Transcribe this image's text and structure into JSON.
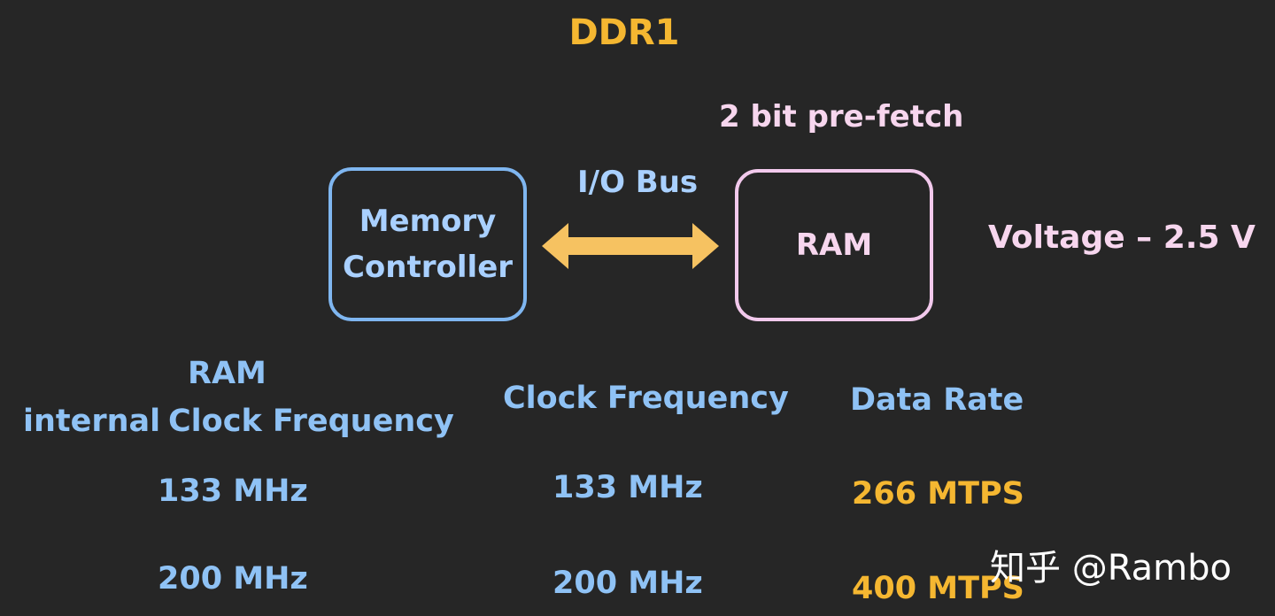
{
  "title": "DDR1",
  "prefetch_label": "2 bit pre-fetch",
  "bus_label": "I/O Bus",
  "memory_controller": {
    "line1": "Memory",
    "line2": "Controller"
  },
  "ram_label": "RAM",
  "voltage": "Voltage – 2.5 V",
  "headers": {
    "ram": "RAM",
    "internal": "internal",
    "clock_frequency_internal": "Clock Frequency",
    "clock_frequency": "Clock Frequency",
    "data_rate": "Data Rate"
  },
  "rows": [
    {
      "internal_clock": "133 MHz",
      "clock": "133 MHz",
      "data_rate": "266 MTPS"
    },
    {
      "internal_clock": "200 MHz",
      "clock": "200 MHz",
      "data_rate": "400 MTPS"
    }
  ],
  "watermark": "知乎 @Rambo",
  "colors": {
    "background": "#262626",
    "title": "#f5b731",
    "controller_border": "#7fb6f0",
    "ram_border": "#f2c9ec",
    "arrow": "#f6c261",
    "header_text": "#8fc2f5",
    "data_rate_text": "#f5b731"
  }
}
